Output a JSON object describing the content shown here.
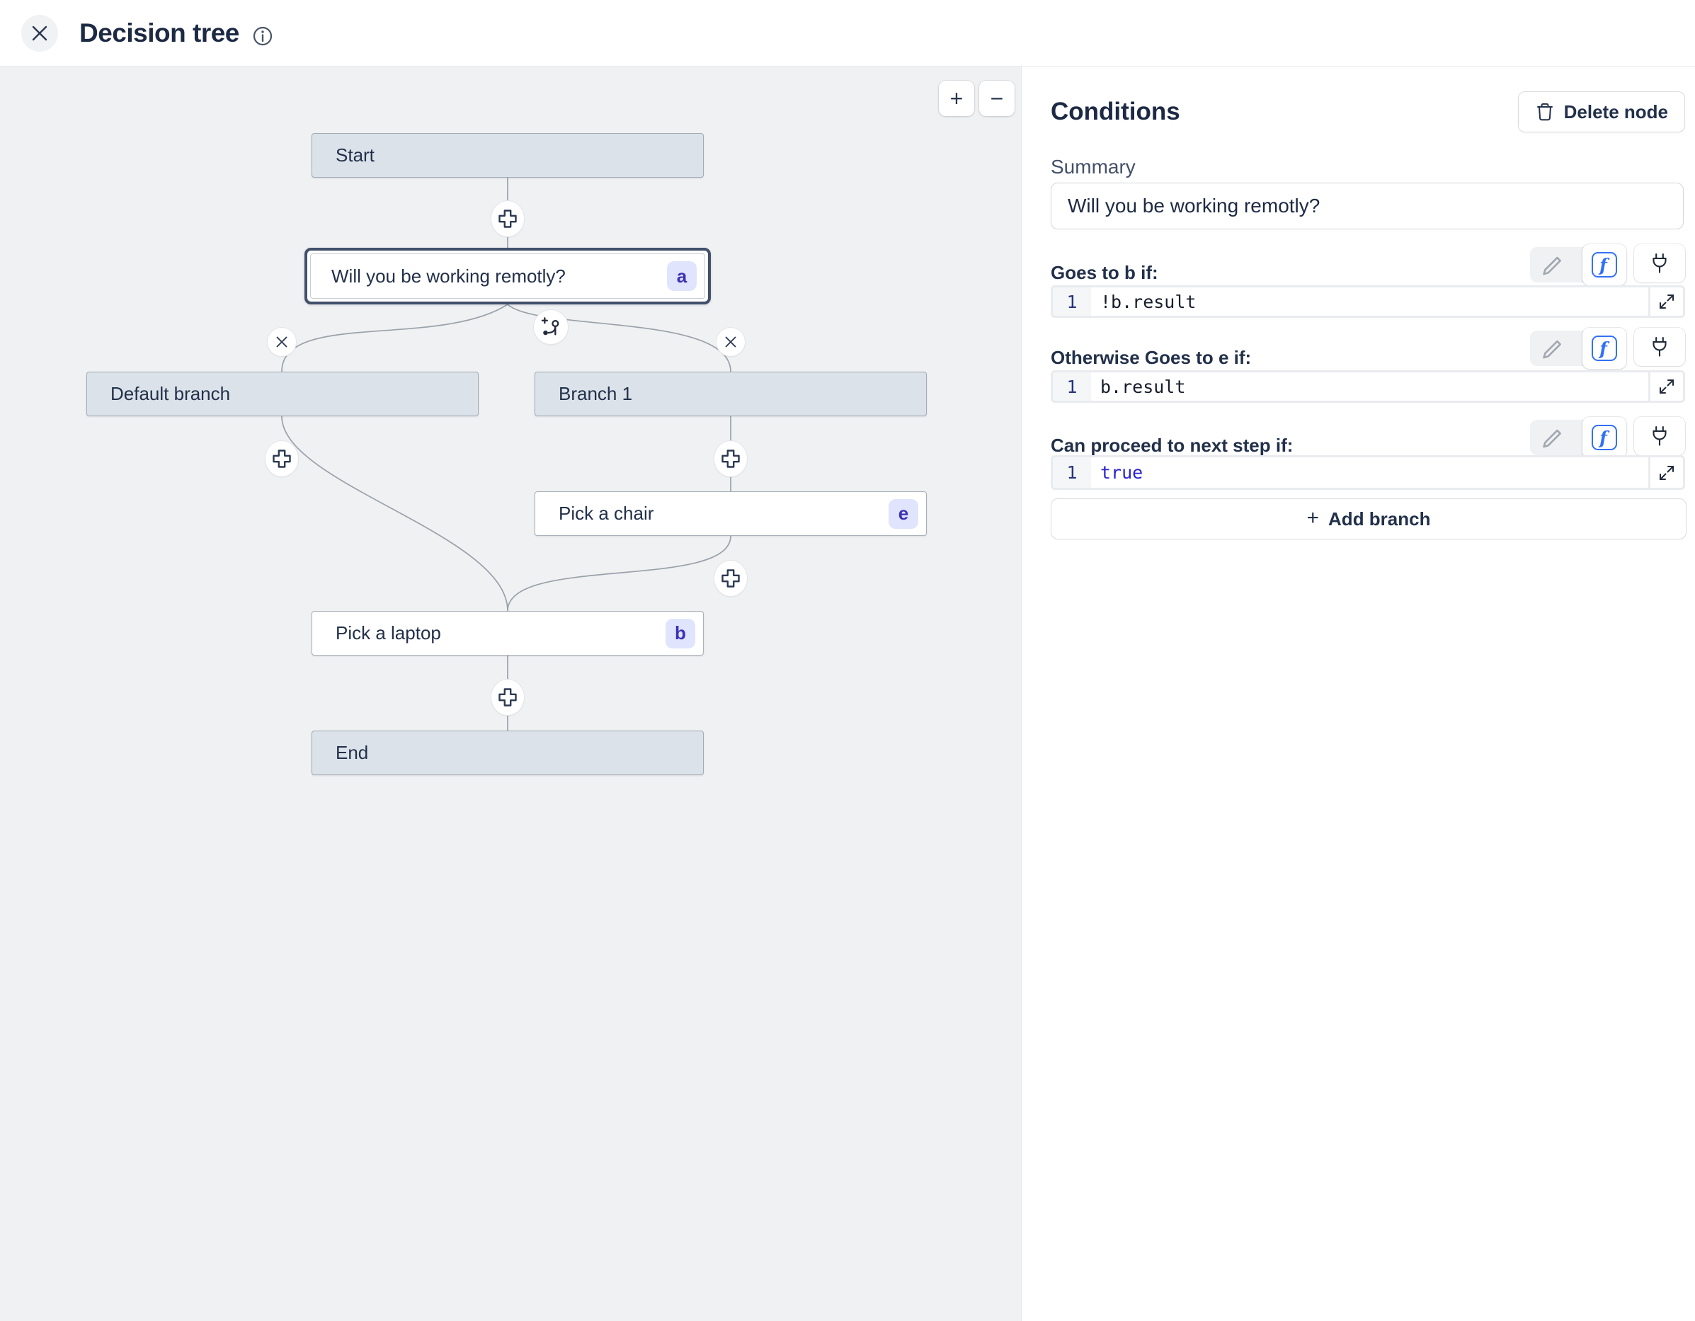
{
  "header": {
    "title": "Decision tree"
  },
  "canvas": {
    "zoom_in": "+",
    "zoom_out": "−",
    "nodes": {
      "start": {
        "label": "Start"
      },
      "question": {
        "label": "Will you be working remotly?",
        "badge": "a"
      },
      "default_branch": {
        "label": "Default branch"
      },
      "branch_1": {
        "label": "Branch 1"
      },
      "pick_chair": {
        "label": "Pick a chair",
        "badge": "e"
      },
      "pick_laptop": {
        "label": "Pick a laptop",
        "badge": "b"
      },
      "end": {
        "label": "End"
      }
    }
  },
  "panel": {
    "title": "Conditions",
    "delete_button": "Delete node",
    "summary_label": "Summary",
    "summary_value": "Will you be working remotly?",
    "rules": [
      {
        "label": "Goes to b if:",
        "line_number": "1",
        "code": "!b.result"
      },
      {
        "label": "Otherwise Goes to e if:",
        "line_number": "1",
        "code": "b.result"
      },
      {
        "label": "Can proceed to next step if:",
        "line_number": "1",
        "code": "true"
      }
    ],
    "add_branch_plus": "+",
    "add_branch": "Add branch",
    "colors": {
      "accent_blue": "#3171f6",
      "code_keyword_blue": "#2a22cf",
      "badge_bg": "#e0e4fc",
      "badge_text": "#3b33b4",
      "node_gray_fill": "#dbe2e9",
      "canvas_bg": "#eff1f3"
    }
  }
}
